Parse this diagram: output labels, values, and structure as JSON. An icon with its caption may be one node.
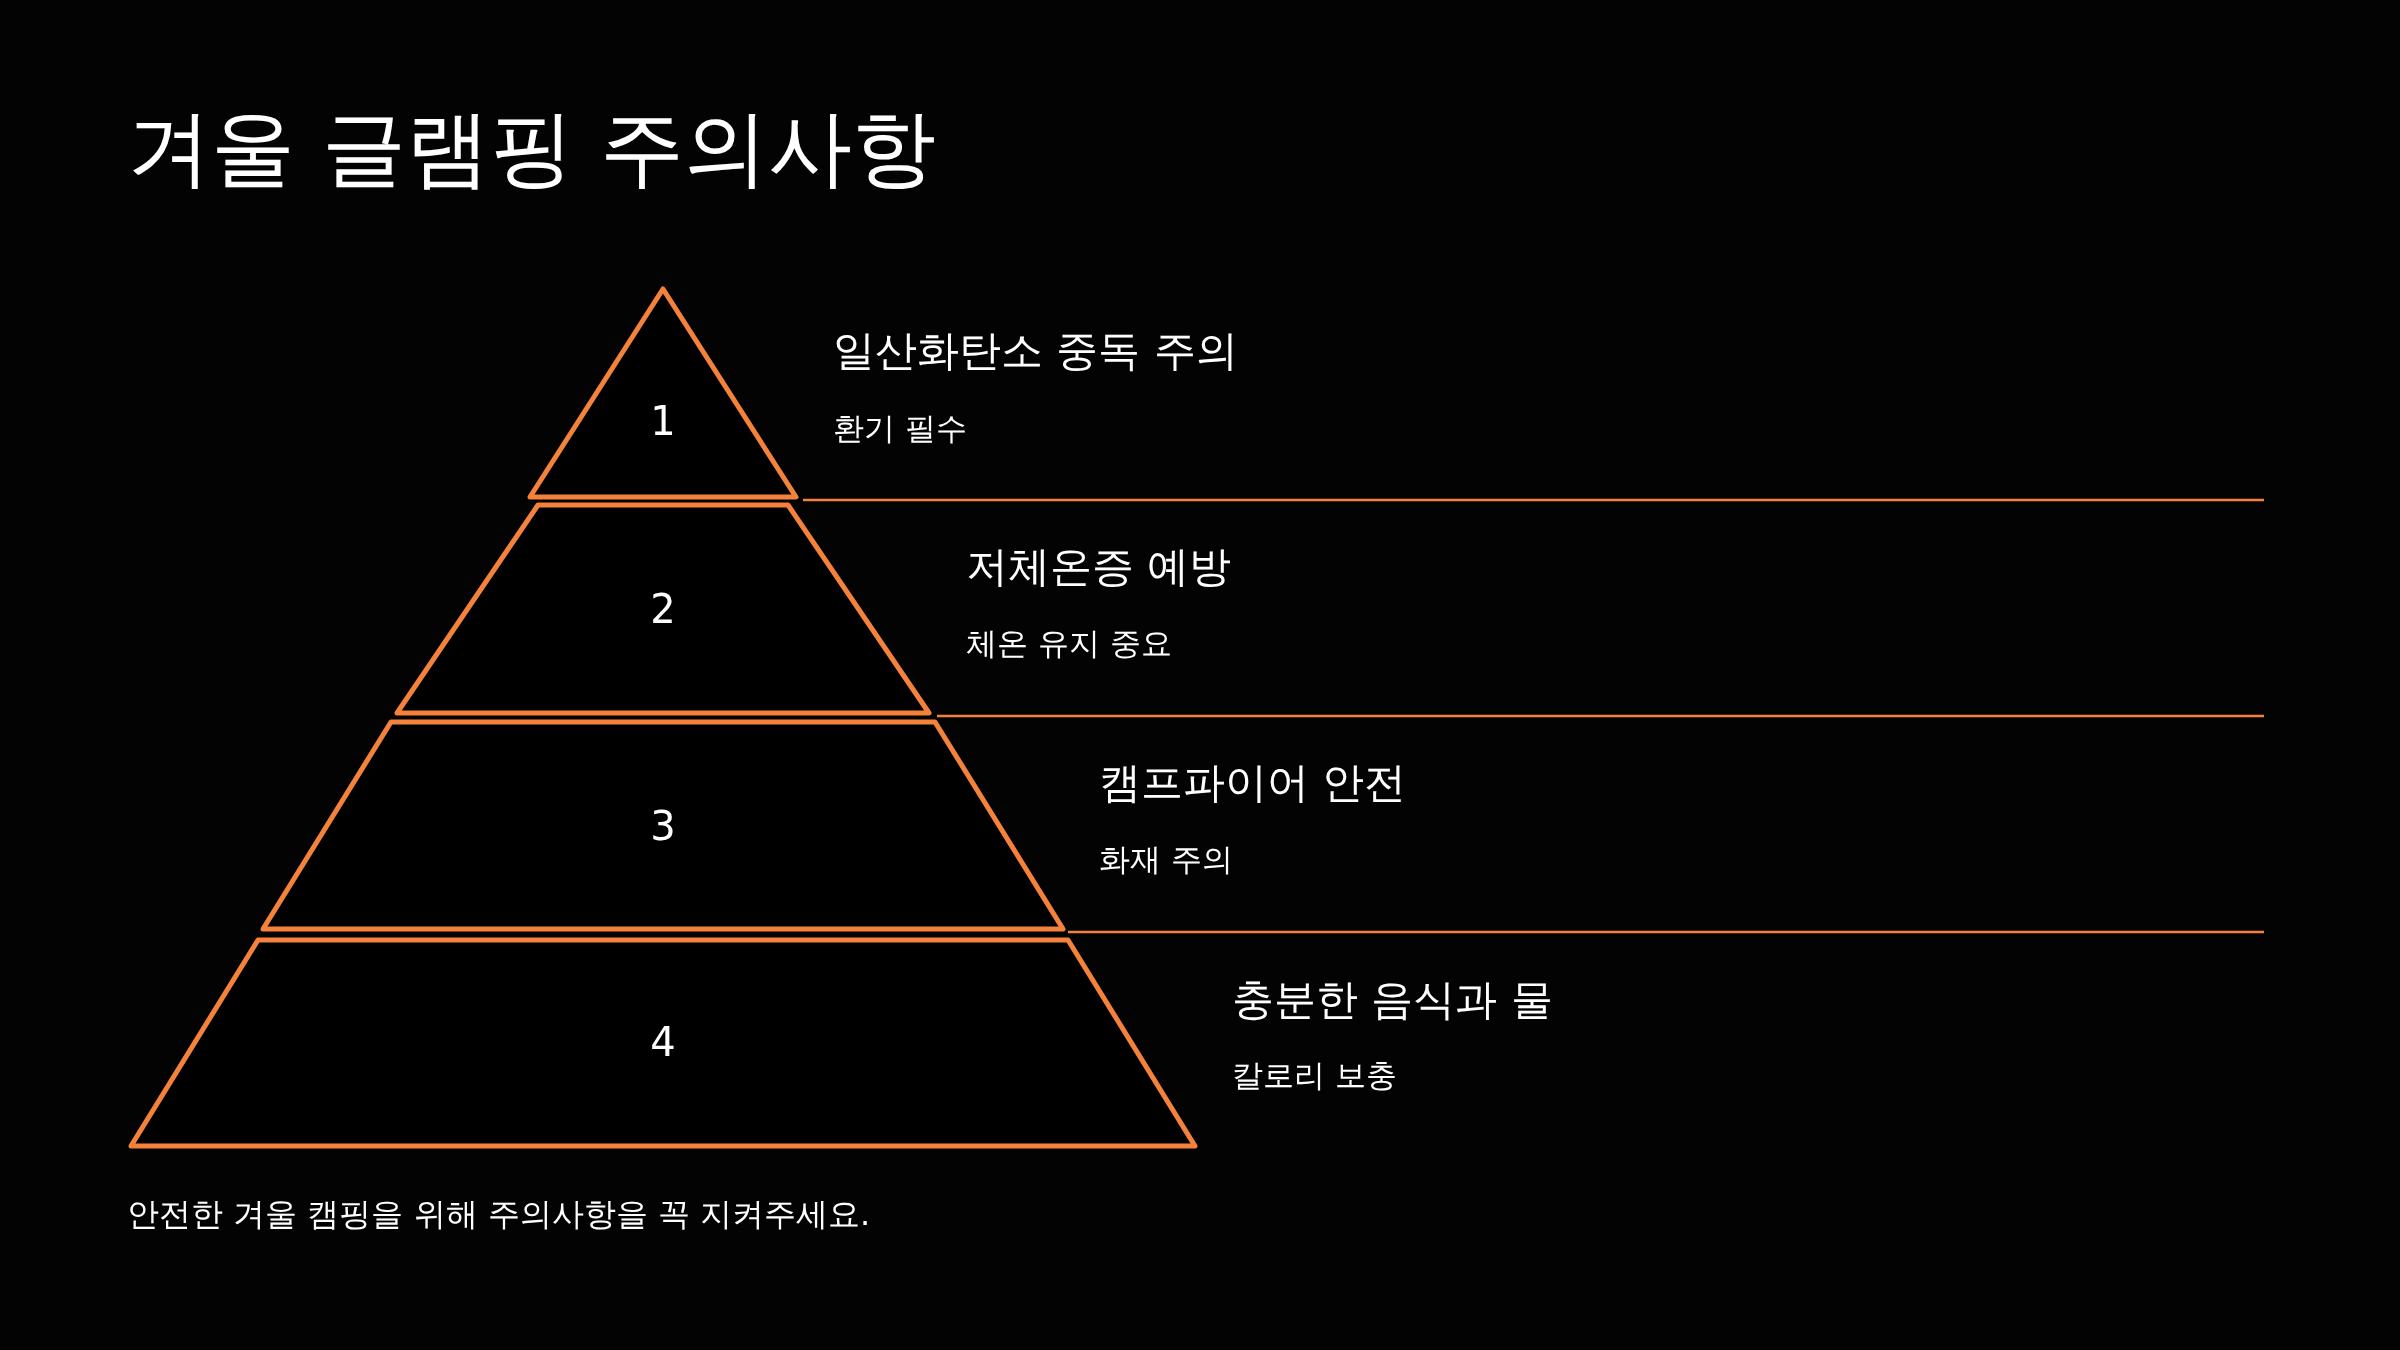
{
  "diagram": {
    "title": "겨울 글램핑 주의사항",
    "nodes": [
      {
        "text": [
          "1"
        ],
        "beside": [
          "일산화탄소 중독 주의",
          "환기 필수"
        ]
      },
      {
        "text": [
          "2"
        ],
        "beside": [
          "저체온증 예방",
          "체온 유지 중요"
        ]
      },
      {
        "text": [
          "3"
        ],
        "beside": [
          "캠프파이어 안전",
          "화재 주의"
        ]
      },
      {
        "text": [
          "4"
        ],
        "beside": [
          "충분한 음식과 물",
          "칼로리 보충"
        ]
      }
    ],
    "caption": "안전한 겨울 캠핑을 위해 주의사항을 꼭 지켜주세요."
  }
}
